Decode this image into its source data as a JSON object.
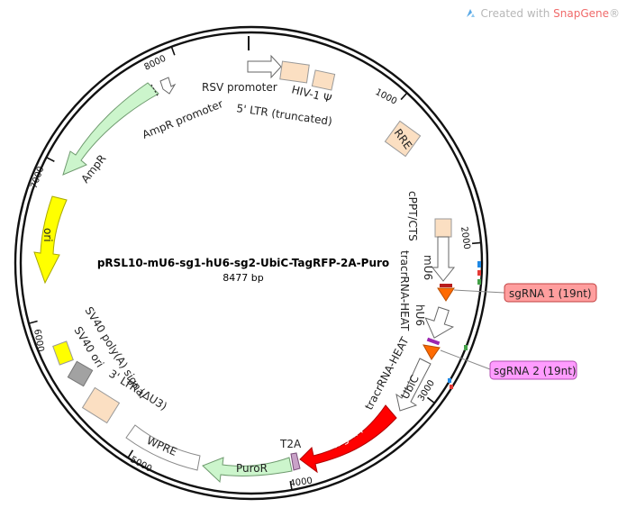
{
  "watermark": {
    "prefix": "Created with ",
    "brand": "SnapGene",
    "suffix": "®",
    "logo_icon": "snapgene-logo-icon"
  },
  "plasmid": {
    "name": "pRSL10-mU6-sg1-hU6-sg2-UbiC-TagRFP-2A-Puro",
    "length_label": "8477 bp"
  },
  "ticks": [
    "1000",
    "2000",
    "3000",
    "4000",
    "5000",
    "6000",
    "7000",
    "8000"
  ],
  "features": {
    "rsv_promoter": "RSV promoter",
    "ltr5": "5' LTR (truncated)",
    "hiv_psi": "HIV-1 Ψ",
    "rre": "RRE",
    "cppt": "cPPT/CTS",
    "mu6": "mU6",
    "tracr1": "tracrRNA-HEAT",
    "hu6": "hU6",
    "tracr2": "tracrRNA-HEAT",
    "ubic": "UbiC",
    "tagrfp": "TagRFP",
    "t2a": "T2A",
    "puror": "PuroR",
    "wpre": "WPRE",
    "ltr3": "3' LTR (ΔU3)",
    "sv40_polya": "SV40 poly(A) signal",
    "sv40_ori": "SV40 ori",
    "ori": "ori",
    "ampr": "AmpR",
    "ampr_promoter": "AmpR promoter"
  },
  "callouts": {
    "sgrna1": "sgRNA 1 (19nt)",
    "sgrna2": "sgRNA 2 (19nt)"
  },
  "colors": {
    "ltr": "#fbdfc2",
    "ori": "#ffff00",
    "ampr": "#ccf5cc",
    "tagrfp": "#ff0000",
    "puror": "#ccf5cc",
    "t2a": "#c9a2c8",
    "mu6": "#ff6a00",
    "sgrna1_box": "#ff9e9e",
    "sgrna2_box": "#ff9cff",
    "sv40_ori": "#a2a2a2"
  }
}
